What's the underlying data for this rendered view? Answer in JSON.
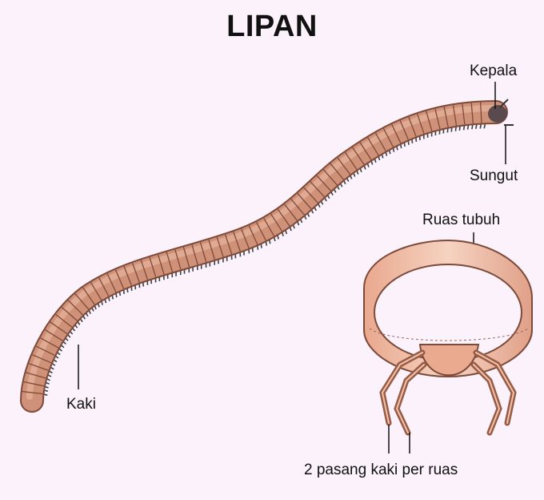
{
  "title": "LIPAN",
  "labels": {
    "head": "Kepala",
    "antenna": "Sungut",
    "leg": "Kaki",
    "body_segment": "Ruas tubuh",
    "legs_per_segment": "2 pasang kaki per ruas"
  },
  "colors": {
    "background": "#fbf2fb",
    "body_fill": "#c98972",
    "body_light": "#f0c4ad",
    "segment_line": "#7d4a3a",
    "legs": "#3b3f46"
  }
}
